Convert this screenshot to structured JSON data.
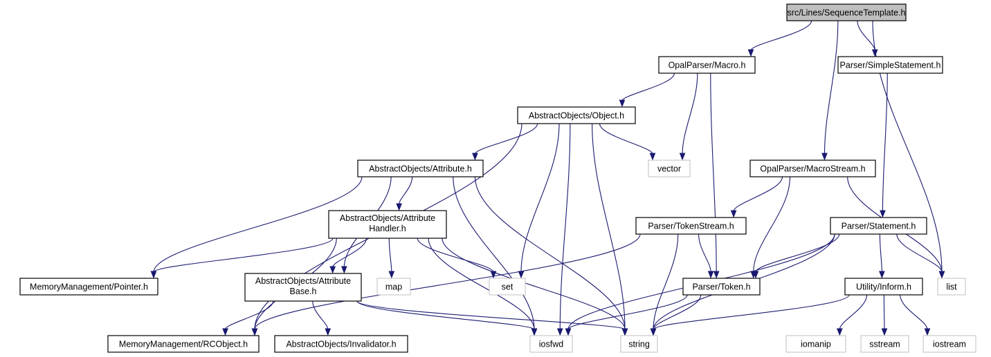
{
  "nodes": [
    {
      "id": "root",
      "label": "src/Lines/SequenceTemplate.h",
      "style": "root"
    },
    {
      "id": "macro",
      "label": "OpalParser/Macro.h",
      "style": "black"
    },
    {
      "id": "simplestmt",
      "label": "Parser/SimpleStatement.h",
      "style": "black"
    },
    {
      "id": "object",
      "label": "AbstractObjects/Object.h",
      "style": "black"
    },
    {
      "id": "attribute",
      "label": "AbstractObjects/Attribute.h",
      "style": "black"
    },
    {
      "id": "vector",
      "label": "vector",
      "style": "grey"
    },
    {
      "id": "macrostream",
      "label": "OpalParser/MacroStream.h",
      "style": "black"
    },
    {
      "id": "attrhandler",
      "label": [
        "AbstractObjects/Attribute",
        "Handler.h"
      ],
      "style": "black"
    },
    {
      "id": "tokenstream",
      "label": "Parser/TokenStream.h",
      "style": "black"
    },
    {
      "id": "statement",
      "label": "Parser/Statement.h",
      "style": "black"
    },
    {
      "id": "pointer",
      "label": "MemoryManagement/Pointer.h",
      "style": "black"
    },
    {
      "id": "attrbase",
      "label": [
        "AbstractObjects/Attribute",
        "Base.h"
      ],
      "style": "black"
    },
    {
      "id": "map",
      "label": "map",
      "style": "grey"
    },
    {
      "id": "set",
      "label": "set",
      "style": "grey"
    },
    {
      "id": "token",
      "label": "Parser/Token.h",
      "style": "black"
    },
    {
      "id": "inform",
      "label": "Utility/Inform.h",
      "style": "black"
    },
    {
      "id": "list",
      "label": "list",
      "style": "grey"
    },
    {
      "id": "rcobject",
      "label": "MemoryManagement/RCObject.h",
      "style": "black"
    },
    {
      "id": "invalidator",
      "label": "AbstractObjects/Invalidator.h",
      "style": "black"
    },
    {
      "id": "iosfwd",
      "label": "iosfwd",
      "style": "grey"
    },
    {
      "id": "string",
      "label": "string",
      "style": "grey"
    },
    {
      "id": "iomanip",
      "label": "iomanip",
      "style": "grey"
    },
    {
      "id": "sstream",
      "label": "sstream",
      "style": "grey"
    },
    {
      "id": "iostream",
      "label": "iostream",
      "style": "grey"
    }
  ],
  "edges": [
    {
      "from": "root",
      "to": "macro"
    },
    {
      "from": "root",
      "to": "simplestmt"
    },
    {
      "from": "root",
      "to": "macrostream"
    },
    {
      "from": "root",
      "to": "list"
    },
    {
      "from": "macro",
      "to": "object"
    },
    {
      "from": "macro",
      "to": "vector"
    },
    {
      "from": "macro",
      "to": "token"
    },
    {
      "from": "simplestmt",
      "to": "statement"
    },
    {
      "from": "object",
      "to": "attribute"
    },
    {
      "from": "object",
      "to": "vector"
    },
    {
      "from": "object",
      "to": "rcobject"
    },
    {
      "from": "object",
      "to": "set"
    },
    {
      "from": "object",
      "to": "iosfwd"
    },
    {
      "from": "object",
      "to": "string"
    },
    {
      "from": "attribute",
      "to": "attrhandler"
    },
    {
      "from": "attribute",
      "to": "pointer"
    },
    {
      "from": "attribute",
      "to": "attrbase"
    },
    {
      "from": "attribute",
      "to": "iosfwd"
    },
    {
      "from": "attribute",
      "to": "string"
    },
    {
      "from": "macrostream",
      "to": "tokenstream"
    },
    {
      "from": "macrostream",
      "to": "token"
    },
    {
      "from": "macrostream",
      "to": "list"
    },
    {
      "from": "attrhandler",
      "to": "pointer"
    },
    {
      "from": "attrhandler",
      "to": "rcobject"
    },
    {
      "from": "attrhandler",
      "to": "attrbase"
    },
    {
      "from": "attrhandler",
      "to": "map"
    },
    {
      "from": "attrhandler",
      "to": "set"
    },
    {
      "from": "attrhandler",
      "to": "iosfwd"
    },
    {
      "from": "attrhandler",
      "to": "string"
    },
    {
      "from": "tokenstream",
      "to": "rcobject"
    },
    {
      "from": "tokenstream",
      "to": "token"
    },
    {
      "from": "tokenstream",
      "to": "string"
    },
    {
      "from": "statement",
      "to": "token"
    },
    {
      "from": "statement",
      "to": "inform"
    },
    {
      "from": "statement",
      "to": "list"
    },
    {
      "from": "statement",
      "to": "iosfwd"
    },
    {
      "from": "statement",
      "to": "string"
    },
    {
      "from": "attrbase",
      "to": "rcobject"
    },
    {
      "from": "attrbase",
      "to": "invalidator"
    },
    {
      "from": "attrbase",
      "to": "iosfwd"
    },
    {
      "from": "attrbase",
      "to": "string"
    },
    {
      "from": "token",
      "to": "iosfwd"
    },
    {
      "from": "token",
      "to": "string"
    },
    {
      "from": "inform",
      "to": "iomanip"
    },
    {
      "from": "inform",
      "to": "sstream"
    },
    {
      "from": "inform",
      "to": "iostream"
    },
    {
      "from": "inform",
      "to": "string"
    }
  ]
}
